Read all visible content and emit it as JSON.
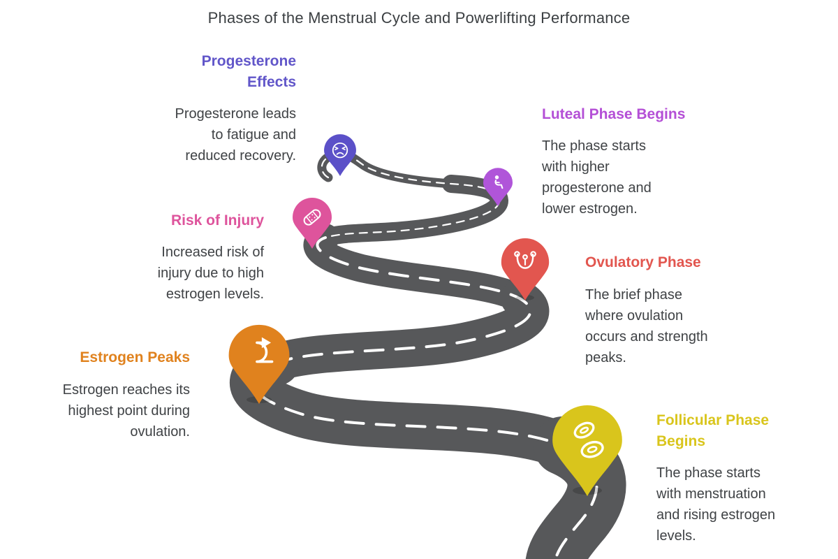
{
  "title": "Phases of the Menstrual Cycle and Powerlifting Performance",
  "milestones": [
    {
      "id": "follicular",
      "title": "Follicular Phase Begins",
      "description": "The phase starts with menstruation and rising estrogen levels.",
      "color": "#d9c51c",
      "pin_color": "#d9c51c",
      "icon": "cells-icon"
    },
    {
      "id": "estrogen",
      "title": "Estrogen Peaks",
      "description": "Estrogen reaches its highest point during ovulation.",
      "color": "#e0821e",
      "pin_color": "#e0821e",
      "icon": "loop-arrow-icon"
    },
    {
      "id": "ovulatory",
      "title": "Ovulatory Phase",
      "description": "The brief phase where ovulation occurs and strength peaks.",
      "color": "#e2564f",
      "pin_color": "#e2564f",
      "icon": "uterus-icon"
    },
    {
      "id": "risk",
      "title": "Risk of Injury",
      "description": "Increased risk of injury due to high estrogen levels.",
      "color": "#de549c",
      "pin_color": "#de549c",
      "icon": "bandage-icon"
    },
    {
      "id": "luteal",
      "title": "Luteal Phase Begins",
      "description": "The phase starts with higher progesterone and lower estrogen.",
      "color": "#b44fd6",
      "pin_color": "#b055d9",
      "icon": "person-icon"
    },
    {
      "id": "progesterone",
      "title": "Progesterone Effects",
      "description": "Progesterone leads to fatigue and reduced recovery.",
      "color": "#6156c9",
      "pin_color": "#5b50c8",
      "icon": "weary-face-icon"
    }
  ],
  "road": {
    "asphalt_color": "#57585a",
    "dash_color": "#ffffff"
  },
  "background_color": "#ffffff",
  "text_color": "#3f4245"
}
